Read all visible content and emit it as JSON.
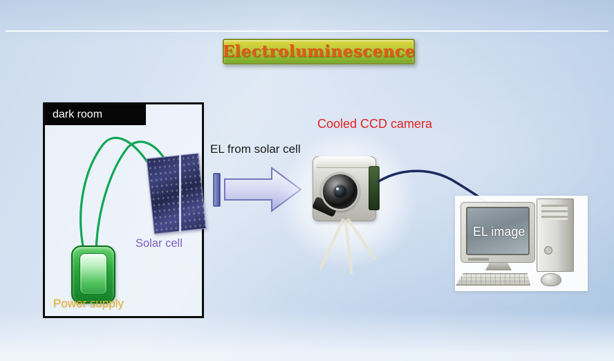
{
  "title": {
    "text": "Electroluminescence"
  },
  "dark_room": {
    "label": "dark room",
    "solar_cell_label": "Solar cell",
    "power_supply_label": "Power supply"
  },
  "arrow": {
    "label": "EL from solar cell"
  },
  "camera": {
    "label": "Cooled CCD camera"
  },
  "computer": {
    "screen_label": "EL image"
  },
  "colors": {
    "title_text": "#e3591a",
    "title_gradient_top": "#ddd83f",
    "title_gradient_bottom": "#76ac2c",
    "camera_label": "#e32222",
    "solar_cell_label": "#7b5fc0",
    "power_supply_label": "#e8b430",
    "wire_green": "#0fa755",
    "cable_navy": "#1b2b5e",
    "slide_background": "#c7d7ec"
  }
}
